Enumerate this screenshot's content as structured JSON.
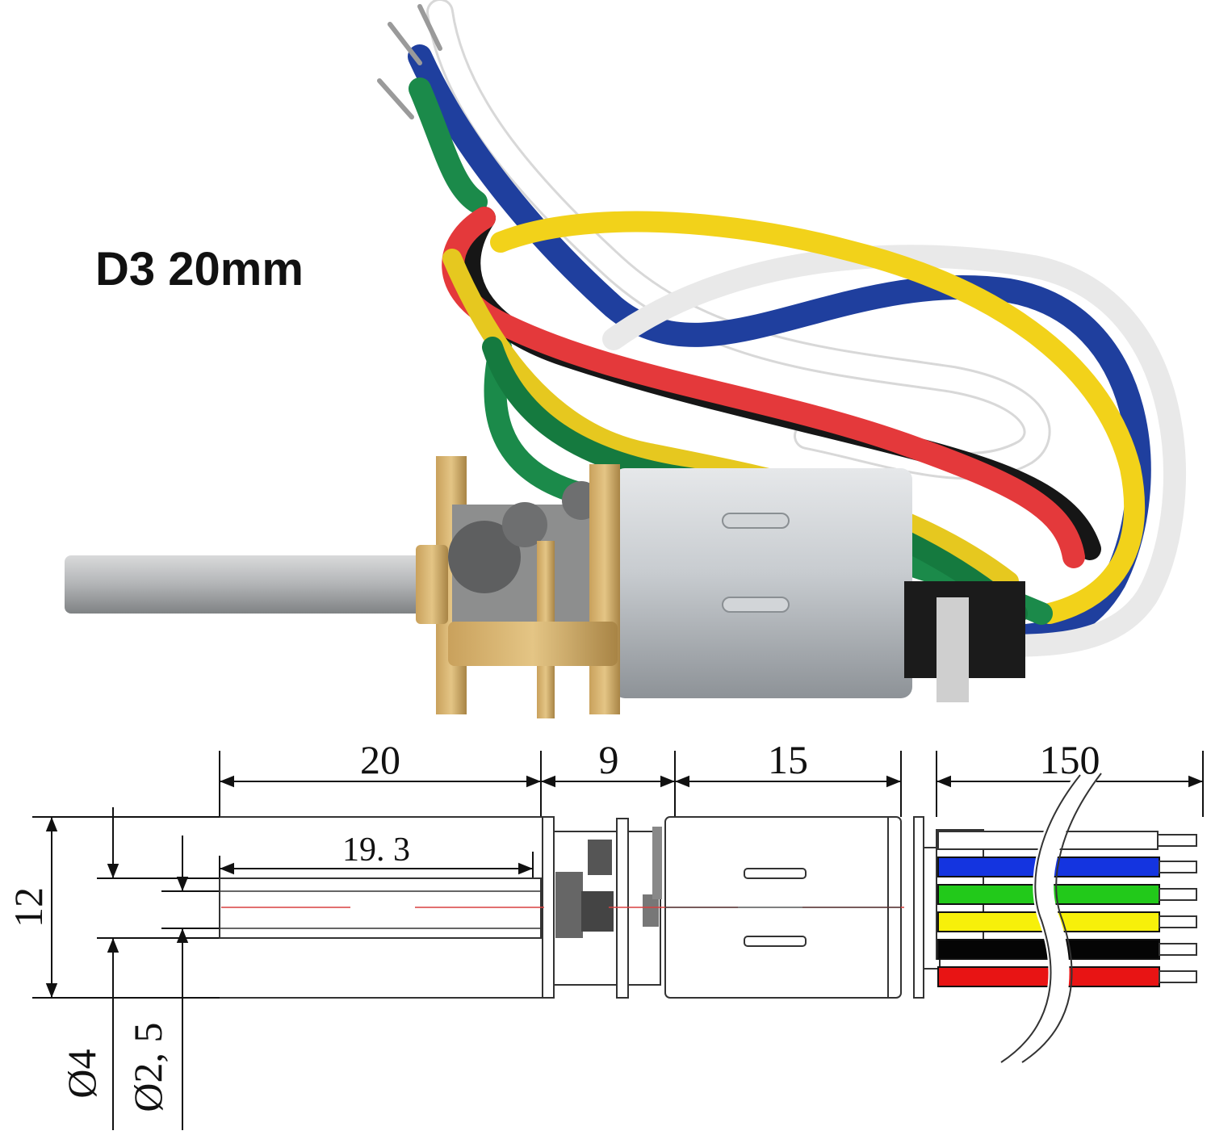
{
  "title": "D3 20mm",
  "dimensions": {
    "shaft_length": "20",
    "shaft_flat_length": "19. 3",
    "gearbox_length": "9",
    "motor_length": "15",
    "cable_length": "150",
    "height": "12",
    "shaft_diameter": "Ø4",
    "flat_diameter": "Ø2, 5"
  },
  "wire_colors": {
    "blue": "#1434e0",
    "green": "#22c91a",
    "yellow": "#f7f00a",
    "black": "#050505",
    "red": "#e81414",
    "white": "#ffffff"
  }
}
